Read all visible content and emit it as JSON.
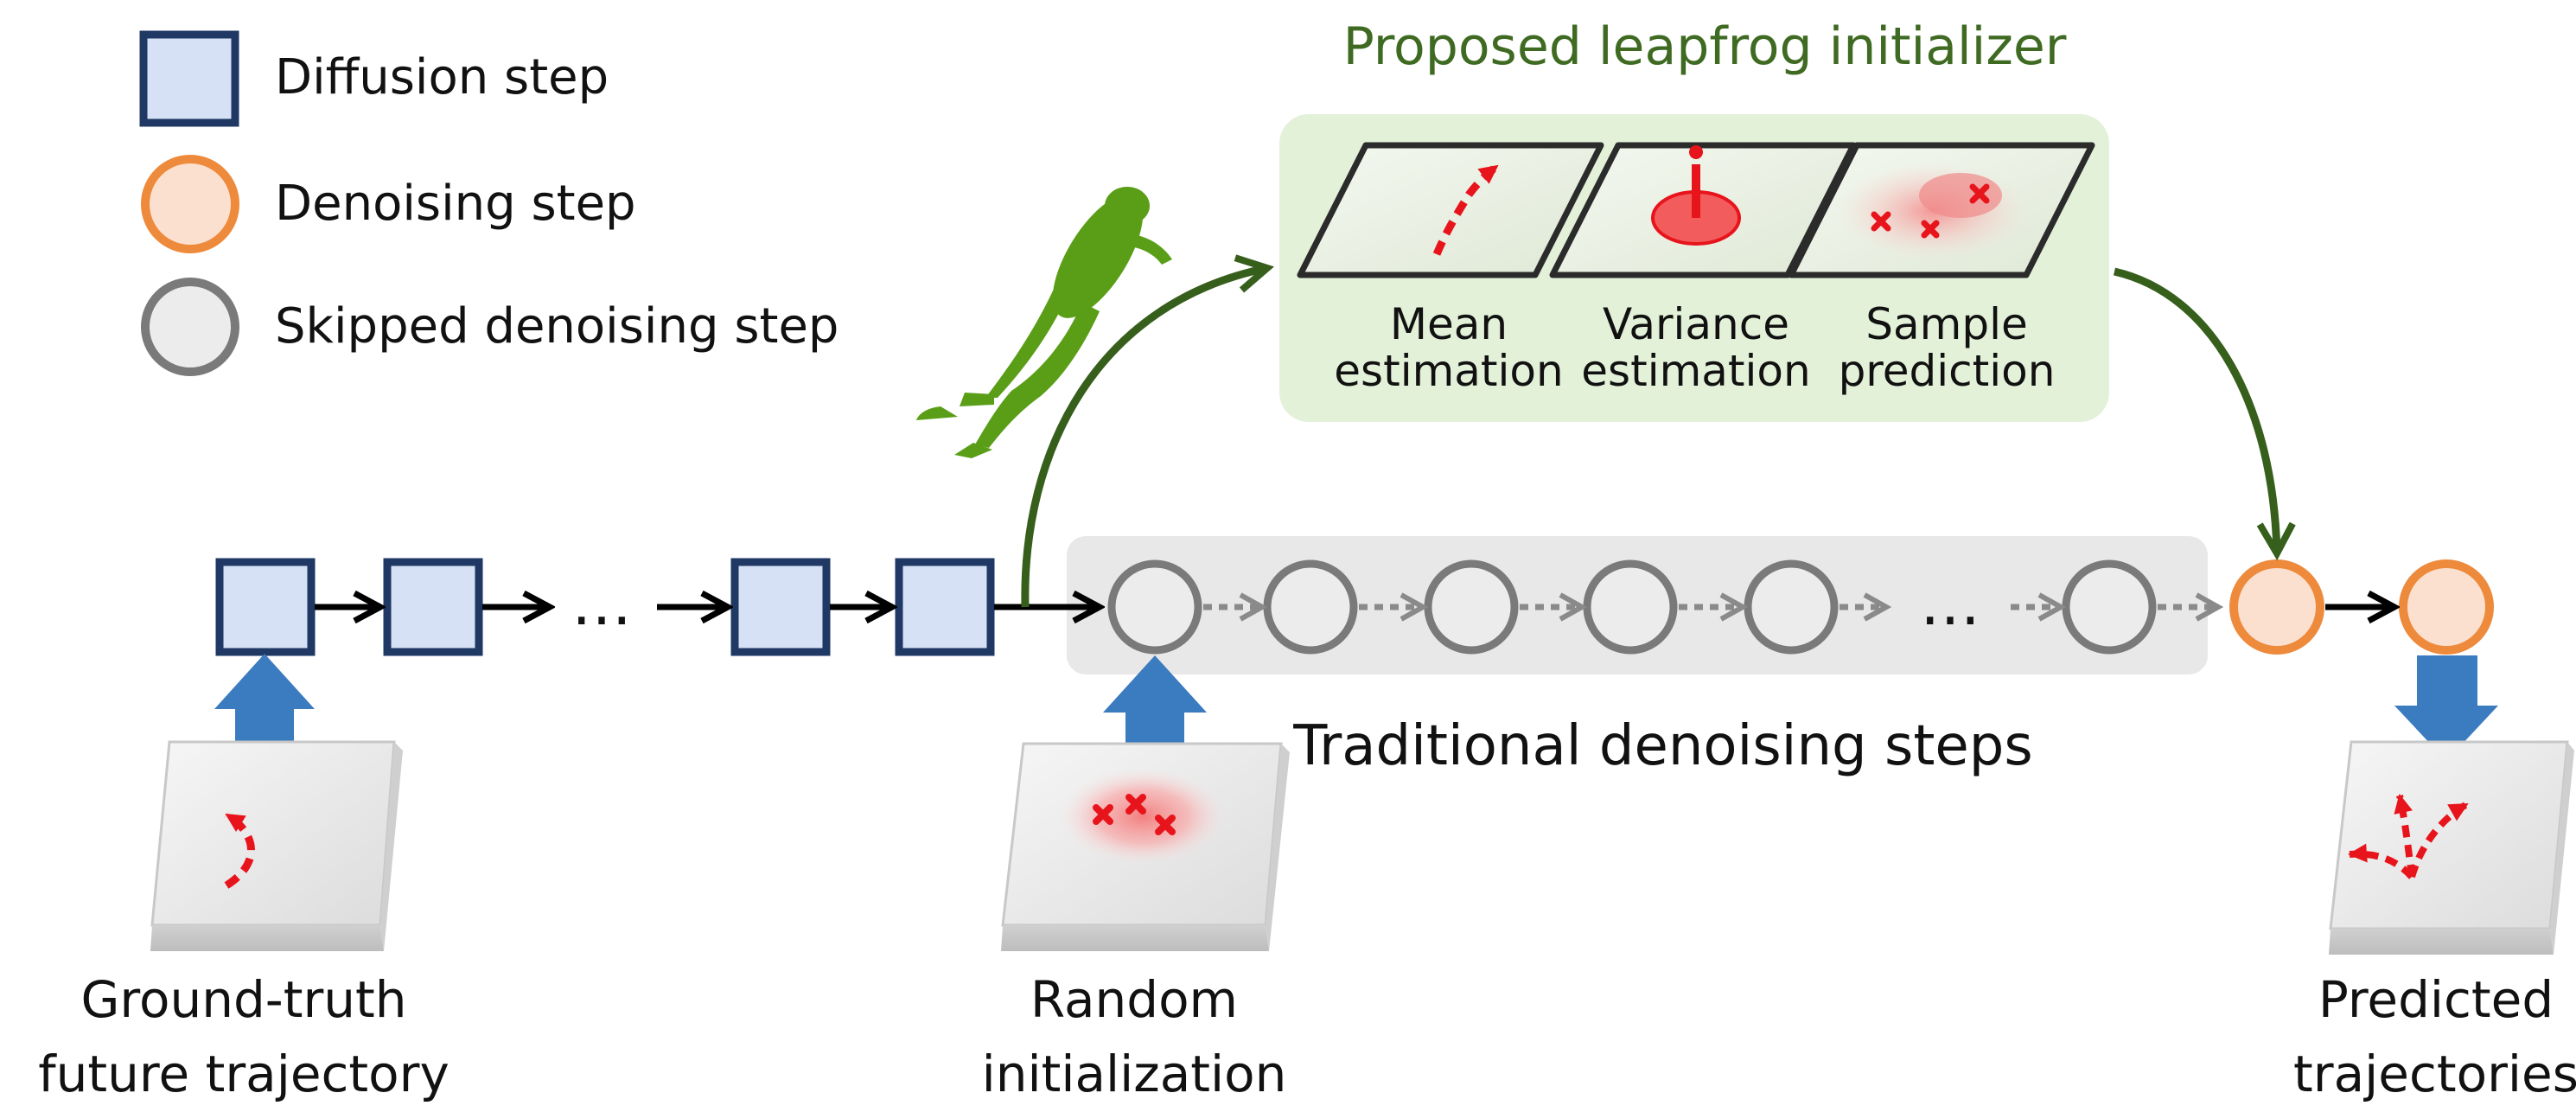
{
  "legend": {
    "diffusion": "Diffusion step",
    "denoising": "Denoising step",
    "skipped": "Skipped denoising step"
  },
  "leapfrog": {
    "title": "Proposed leapfrog initializer",
    "panels": [
      {
        "line1": "Mean",
        "line2": "estimation"
      },
      {
        "line1": "Variance",
        "line2": "estimation"
      },
      {
        "line1": "Sample",
        "line2": "prediction"
      }
    ]
  },
  "traditional_label": "Traditional denoising steps",
  "ellipsis": "…",
  "captions": {
    "ground_truth": {
      "line1": "Ground-truth",
      "line2": "future trajectory"
    },
    "random": {
      "line1": "Random",
      "line2": "initialization"
    },
    "predicted": {
      "line1": "Predicted",
      "line2": "trajectories"
    }
  },
  "colors": {
    "diffusion_fill": "#d6e1f5",
    "diffusion_stroke": "#1f3864",
    "denoise_fill": "#fce0cf",
    "denoise_stroke": "#ed8a3c",
    "skipped_fill": "#ececec",
    "skipped_stroke": "#7a7a7a",
    "leapfrog_bg": "#e3f1d9",
    "leapfrog_title": "#3f6a22",
    "green_arrow": "#375f1c",
    "blue_arrow": "#3b7bbf",
    "traditional_bg": "#e8e8e8",
    "trajectory_red": "#e8141c",
    "frog_green": "#5a9e18"
  }
}
